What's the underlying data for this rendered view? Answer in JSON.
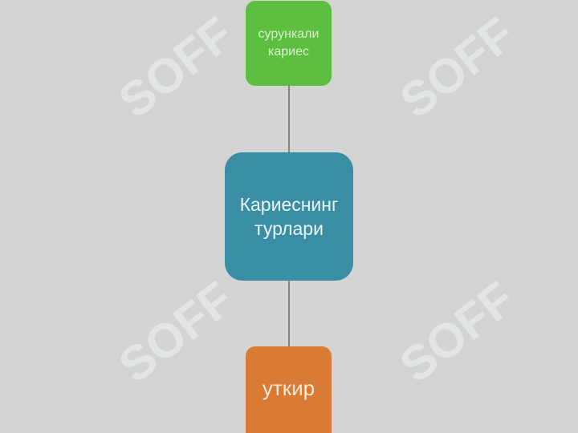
{
  "diagram": {
    "center": {
      "label": "Кариеснинг\nтурлари",
      "color": "#3a8ea3"
    },
    "top": {
      "label": "сурункали\nкариес",
      "color": "#5cbf3f"
    },
    "bottom": {
      "label": "уткир",
      "color": "#d97b35"
    },
    "connector_color": "#8c7f73",
    "background": "#d4d4d4"
  },
  "watermark": {
    "text": "SOFF",
    "color": "#e8f3ec"
  }
}
